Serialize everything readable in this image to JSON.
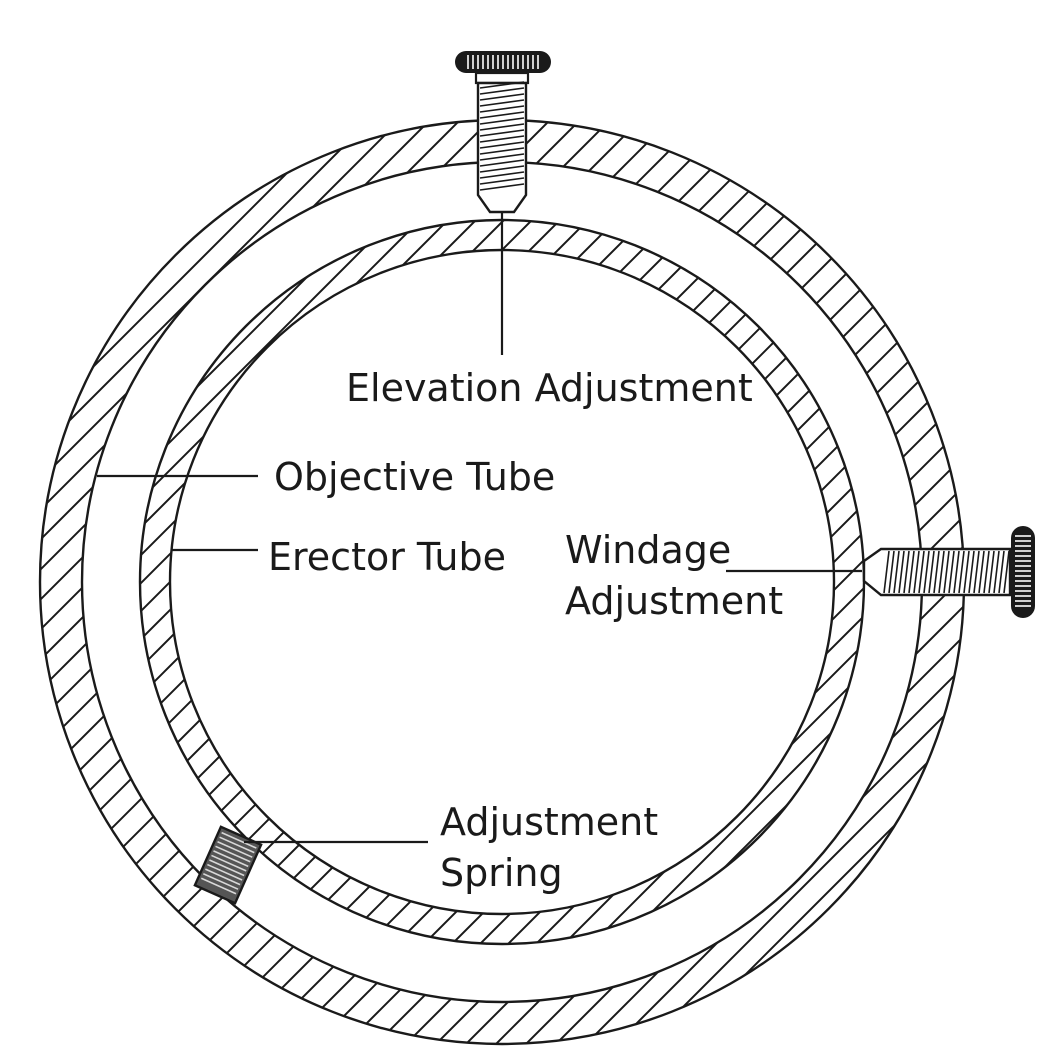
{
  "labels": {
    "elevation": "Elevation Adjustment",
    "objective": "Objective Tube",
    "erector": "Erector Tube",
    "windage_line1": "Windage",
    "windage_line2": "Adjustment",
    "spring_line1": "Adjustment",
    "spring_line2": "Spring"
  },
  "colors": {
    "ink": "#1a1a1a",
    "background": "#ffffff",
    "screw_fill": "#ffffff",
    "spring_fill": "#555555"
  }
}
